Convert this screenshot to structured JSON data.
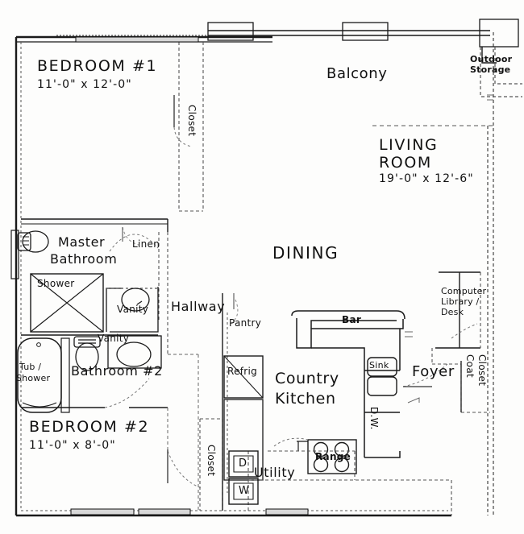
{
  "document": {
    "type": "architectural-floor-plan",
    "title": "Apartment Floor Plan"
  },
  "rooms": [
    {
      "id": "bedroom1",
      "name": "BEDROOM #1",
      "dimensions": "11'-0\" x 12'-0\""
    },
    {
      "id": "bedroom2",
      "name": "BEDROOM #2",
      "dimensions": "11'-0\" x 8'-0\""
    },
    {
      "id": "livingroom",
      "name": "LIVING\nROOM",
      "dimensions": "19'-0\" x 12'-6\""
    },
    {
      "id": "dining",
      "name": "DINING",
      "dimensions": ""
    },
    {
      "id": "kitchen",
      "name": "Country\nKitchen",
      "dimensions": ""
    },
    {
      "id": "balcony",
      "name": "Balcony",
      "dimensions": ""
    },
    {
      "id": "foyer",
      "name": "Foyer",
      "dimensions": ""
    },
    {
      "id": "hallway",
      "name": "Hallway",
      "dimensions": ""
    },
    {
      "id": "utility",
      "name": "Utility",
      "dimensions": ""
    }
  ],
  "labels": {
    "bedroom1_name": "BEDROOM #1",
    "bedroom1_dims": "11'-0\" x 12'-0\"",
    "bedroom2_name": "BEDROOM #2",
    "bedroom2_dims": "11'-0\" x 8'-0\"",
    "living_room_name_line1": "LIVING",
    "living_room_name_line2": "ROOM",
    "living_room_dims": "19'-0\" x 12'-6\"",
    "dining": "DINING",
    "balcony": "Balcony",
    "outdoor_storage_line1": "Outdoor",
    "outdoor_storage_line2": "Storage",
    "bedroom1_closet": "Closet",
    "bedroom2_closet": "Closet",
    "master_bathroom_line1": "Master",
    "master_bathroom_line2": "Bathroom",
    "linen": "Linen",
    "shower": "Shower",
    "master_vanity": "Vanity",
    "bath2_vanity": "Vanity",
    "tub_shower_line1": "Tub /",
    "tub_shower_line2": "Shower",
    "bathroom2": "Bathroom #2",
    "hallway": "Hallway",
    "pantry": "Pantry",
    "refrigerator": "Refrig",
    "kitchen_line1": "Country",
    "kitchen_line2": "Kitchen",
    "bar": "Bar",
    "sink": "Sink",
    "dishwasher": "D.W.",
    "range": "Range",
    "utility": "Utility",
    "dryer": "D",
    "washer": "W",
    "computer_line1": "Computer",
    "computer_line2": "Library /",
    "computer_line3": "Desk",
    "foyer": "Foyer",
    "coat": "Coat",
    "coat_closet": "Closet"
  },
  "colors": {
    "wall": "#1a1a1a",
    "interior_wall": "#3a3a3a",
    "dashed_wall": "#555555",
    "background": "#fdfdfc",
    "text": "#111111",
    "window_fill": "#e8e8e8"
  }
}
